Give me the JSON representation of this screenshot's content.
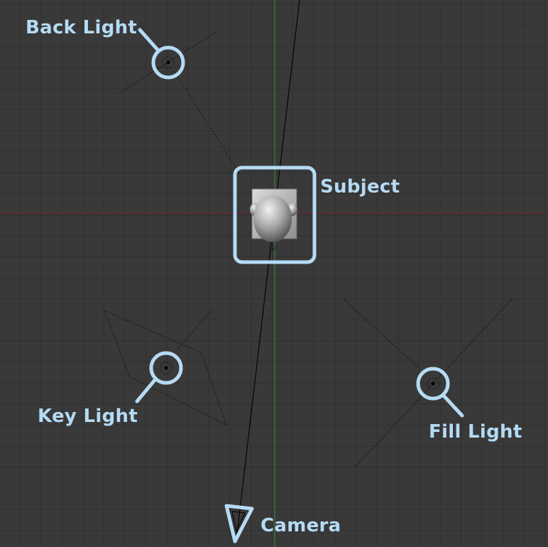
{
  "labels": {
    "back_light": "Back Light",
    "subject": "Subject",
    "key_light": "Key Light",
    "fill_light": "Fill Light",
    "camera": "Camera"
  },
  "colors": {
    "background": "#393939",
    "grid": "#2f2f2f",
    "x_axis": "#6b2b2b",
    "y_axis": "#3d7a3d",
    "annotation": "#b5dbf4",
    "camera_line": "#000000",
    "light_lines": "#000000"
  }
}
